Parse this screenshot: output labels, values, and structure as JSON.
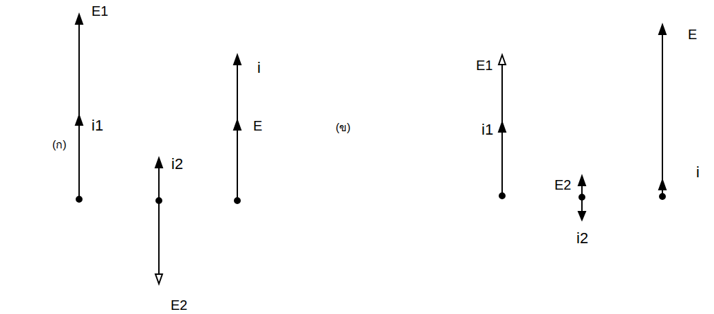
{
  "diagram": {
    "labels": [
      "(ก)",
      "E1",
      "i1",
      "i2",
      "E2",
      "i",
      "E",
      "(ข)",
      "E1",
      "i1",
      "E2",
      "i2",
      "E",
      "i"
    ]
  }
}
